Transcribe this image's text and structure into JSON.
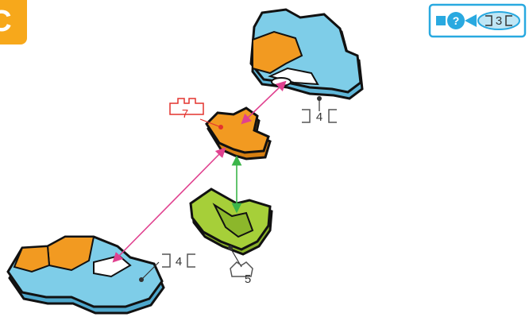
{
  "step": {
    "letter": "C"
  },
  "hint_box": {
    "question": "?",
    "count": "3"
  },
  "pieces": {
    "top_assembly": {
      "count": "4"
    },
    "orange_piece": {
      "count": "7"
    },
    "green_piece": {
      "count": "5"
    },
    "bottom_assembly": {
      "count": "4"
    }
  },
  "colors": {
    "orange": "#f29a21",
    "blue": "#7ecde8",
    "green": "#a6cf39",
    "connector_pink": "#e0418f",
    "connector_green": "#3bb54a",
    "label_red": "#e3342f",
    "hint_blue": "#29a9e0"
  }
}
